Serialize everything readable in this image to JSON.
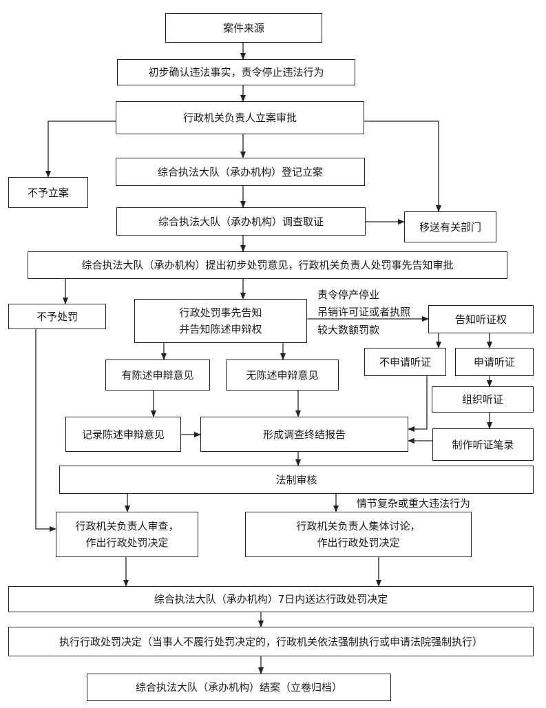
{
  "nodes": {
    "source": "案件来源",
    "initial_confirm": "初步确认违法事实，责令停止违法行为",
    "approve_filing": "行政机关负责人立案审批",
    "no_filing": "不予立案",
    "register": "综合执法大队（承办机构）登记立案",
    "investigate": "综合执法大队（承办机构）调查取证",
    "transfer": "移送有关部门",
    "preliminary_opinion": "综合执法大队（承办机构）提出初步处罚意见，行政机关负责人处罚事先告知审批",
    "no_penalty": "不予处罚",
    "prior_notice_l1": "行政处罚事先告知",
    "prior_notice_l2": "并告知陈述申辩权",
    "hearing_notice": "告知听证权",
    "has_defense": "有陈述申辩意见",
    "no_defense": "无陈述申辩意见",
    "no_hearing_request": "不申请听证",
    "hearing_request": "申请听证",
    "organize_hearing": "组织听证",
    "record_defense": "记录陈述申辩意见",
    "final_report": "形成调查终结报告",
    "hearing_transcript": "制作听证笔录",
    "legal_review": "法制审核",
    "head_review_l1": "行政机关负责人审查，",
    "head_review_l2": "作出行政处罚决定",
    "collective_l1": "行政机关负责人集体讨论，",
    "collective_l2": "作出行政处罚决定",
    "deliver": "综合执法大队（承办机构）7日内送达行政处罚决定",
    "execute": "执行行政处罚决定（当事人不履行处罚决定的，行政机关依法强制执行或申请法院强制执行）",
    "close_case": "综合执法大队（承办机构）结案（立卷归档）"
  },
  "labels": {
    "severe_l1": "责令停产停业",
    "severe_l2": "吊销许可证或者执照",
    "severe_l3": "较大数额罚款",
    "complex": "情节复杂或重大违法行为"
  }
}
